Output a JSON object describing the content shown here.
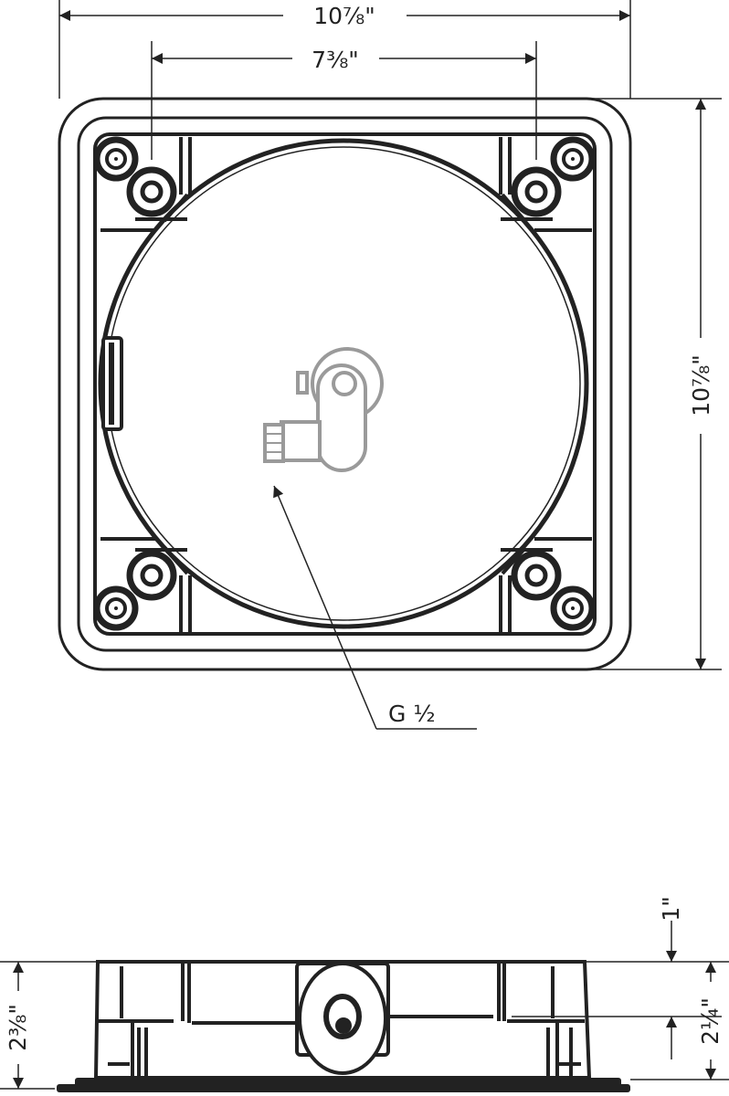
{
  "drawing": {
    "top_view": {
      "overall_width": "10⅞\"",
      "mount_spacing": "7⅜\"",
      "overall_depth": "10⅞\"",
      "connection_label": "G ½"
    },
    "side_view": {
      "min_height": "1\"",
      "overall_height": "2⅜\"",
      "body_height": "2¼\""
    },
    "colors": {
      "line": "#222222",
      "fitting": "#9a9a9a"
    }
  }
}
